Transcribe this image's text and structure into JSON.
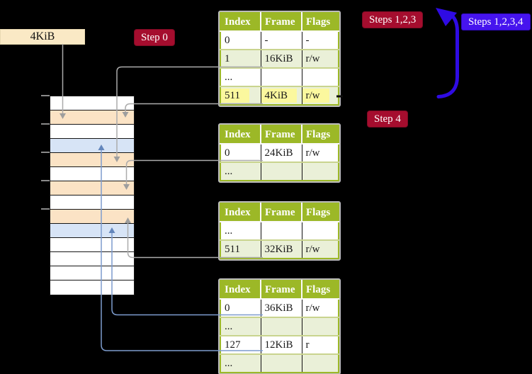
{
  "labels": {
    "page_size": "4KiB"
  },
  "badges": {
    "step0": "Step 0",
    "step4": "Step 4",
    "steps123": "Steps 1,2,3",
    "steps1234": "Steps 1,2,3,4"
  },
  "colors": {
    "badge_red": "#A50D2E",
    "badge_blue": "#4614EE",
    "arrow_blue": "#2F0BE3",
    "connector_gray": "#ABABAB",
    "connector_blue": "#7D9CCE",
    "table_header_green": "#9CB827",
    "table_row_green": "#EAF0D8",
    "highlight_yellow": "#FBF89E",
    "row_kinds": {
      "free": "#FFFFFF",
      "page-table": "#FBE3C5",
      "mapped-page": "#D7E4F6"
    }
  },
  "memory_strip": {
    "rows": [
      "free",
      "page-table",
      "free",
      "mapped-page",
      "page-table",
      "free",
      "page-table",
      "free",
      "page-table",
      "mapped-page",
      "free",
      "free",
      "free",
      "free"
    ]
  },
  "tables": [
    {
      "headers": [
        "Index",
        "Frame",
        "Flags"
      ],
      "rows": [
        [
          "0",
          "-",
          "-"
        ],
        [
          "1",
          "16KiB",
          "r/w"
        ],
        [
          "...",
          "",
          ""
        ],
        [
          "511",
          "4KiB",
          "r/w"
        ]
      ]
    },
    {
      "headers": [
        "Index",
        "Frame",
        "Flags"
      ],
      "rows": [
        [
          "0",
          "24KiB",
          "r/w"
        ],
        [
          "...",
          "",
          ""
        ]
      ]
    },
    {
      "headers": [
        "Index",
        "Frame",
        "Flags"
      ],
      "rows": [
        [
          "...",
          "",
          ""
        ],
        [
          "511",
          "32KiB",
          "r/w"
        ]
      ]
    },
    {
      "headers": [
        "Index",
        "Frame",
        "Flags"
      ],
      "rows": [
        [
          "0",
          "36KiB",
          "r/w"
        ],
        [
          "...",
          "",
          ""
        ],
        [
          "127",
          "12KiB",
          "r"
        ],
        [
          "...",
          "",
          ""
        ]
      ]
    }
  ]
}
